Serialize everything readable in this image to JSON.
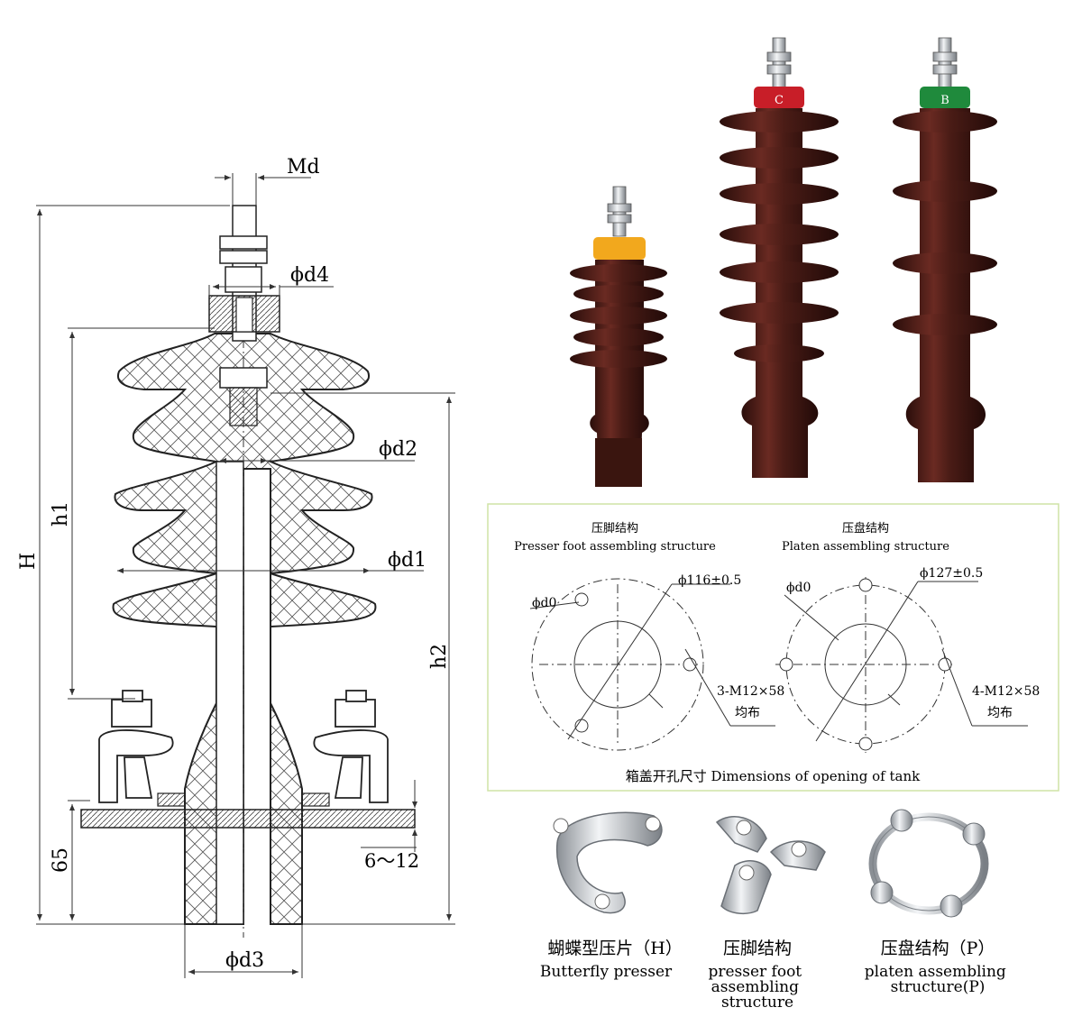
{
  "drawing": {
    "labels": {
      "md": "Md",
      "d4": "ϕd4",
      "d2": "ϕd2",
      "d1": "ϕd1",
      "d3": "ϕd3",
      "H": "H",
      "h1": "h1",
      "h2": "h2",
      "dim65": "65",
      "gap": "6～12"
    }
  },
  "photos": {
    "insulators": [
      {
        "cap_letter": "",
        "cap_color": "#f2a81d"
      },
      {
        "cap_letter": "C",
        "cap_color": "#c81e28"
      },
      {
        "cap_letter": "B",
        "cap_color": "#1f8a3c"
      }
    ],
    "body_color": "#4a1c16"
  },
  "tank": {
    "border_color": "#cfe3a6",
    "left": {
      "title_cn": "压脚结构",
      "title_en": "Presser foot assembling structure",
      "d0": "ϕd0",
      "diameter": "ϕ116±0.5",
      "bolts": "3-M12×58",
      "note": "均布"
    },
    "right": {
      "title_cn": "压盘结构",
      "title_en": "Platen assembling structure",
      "d0": "ϕd0",
      "diameter": "ϕ127±0.5",
      "bolts": "4-M12×58",
      "note": "均布"
    },
    "footer": "箱盖开孔尺寸 Dimensions of opening of tank"
  },
  "parts": [
    {
      "cn": "蝴蝶型压片（H）",
      "en": "Butterfly presser"
    },
    {
      "cn": "压脚结构",
      "en": "presser foot assembling structure"
    },
    {
      "cn": "压盘结构（P）",
      "en": "platen assembling structure(P)"
    }
  ]
}
